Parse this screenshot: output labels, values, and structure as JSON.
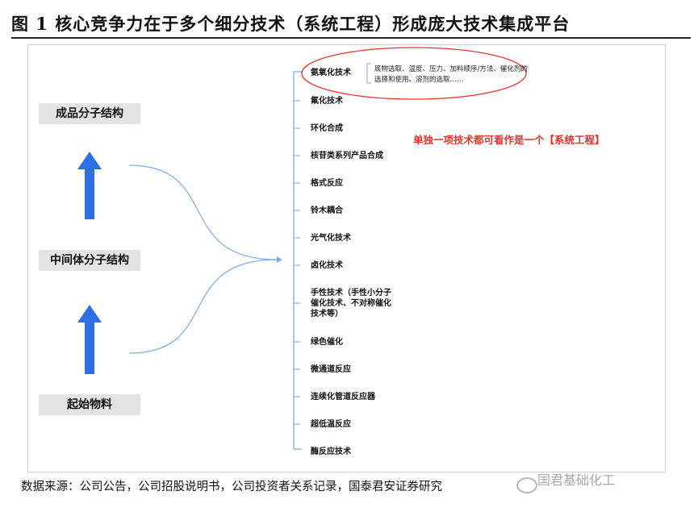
{
  "title": "图 1 核心竞争力在于多个细分技术（系统工程）形成庞大技术集成平台",
  "left_boxes": {
    "top": "成品分子结构",
    "middle": "中间体分子结构",
    "bottom": "起始物料"
  },
  "techniques": [
    "氨氧化技术",
    "氟化技术",
    "环化合成",
    "核苷类系列产品合成",
    "格式反应",
    "铃木耦合",
    "光气化技术",
    "卤化技术",
    "手性技术（手性小分子催化技术、不对称催化技术等）",
    "绿色催化",
    "微通道反应",
    "连续化管道反应器",
    "超低温反应",
    "酶反应技术"
  ],
  "detail_note": "底物选取、温度、压力、加料顺序/方法、催化剂的选择和使用、溶剂的选取……",
  "highlight_note": "单独一项技术都可看作是一个【系统工程】",
  "source": "数据来源：公司公告，公司招股说明书，公司投资者关系记录，国泰君安证券研究",
  "watermark": "国君基础化工",
  "colors": {
    "arrow_blue": "#2f6fe6",
    "curve_blue": "#7aaaf0",
    "ellipse_red": "#e8332a",
    "highlight_red": "#e8332a",
    "box_gray": "#e4e4e4"
  }
}
